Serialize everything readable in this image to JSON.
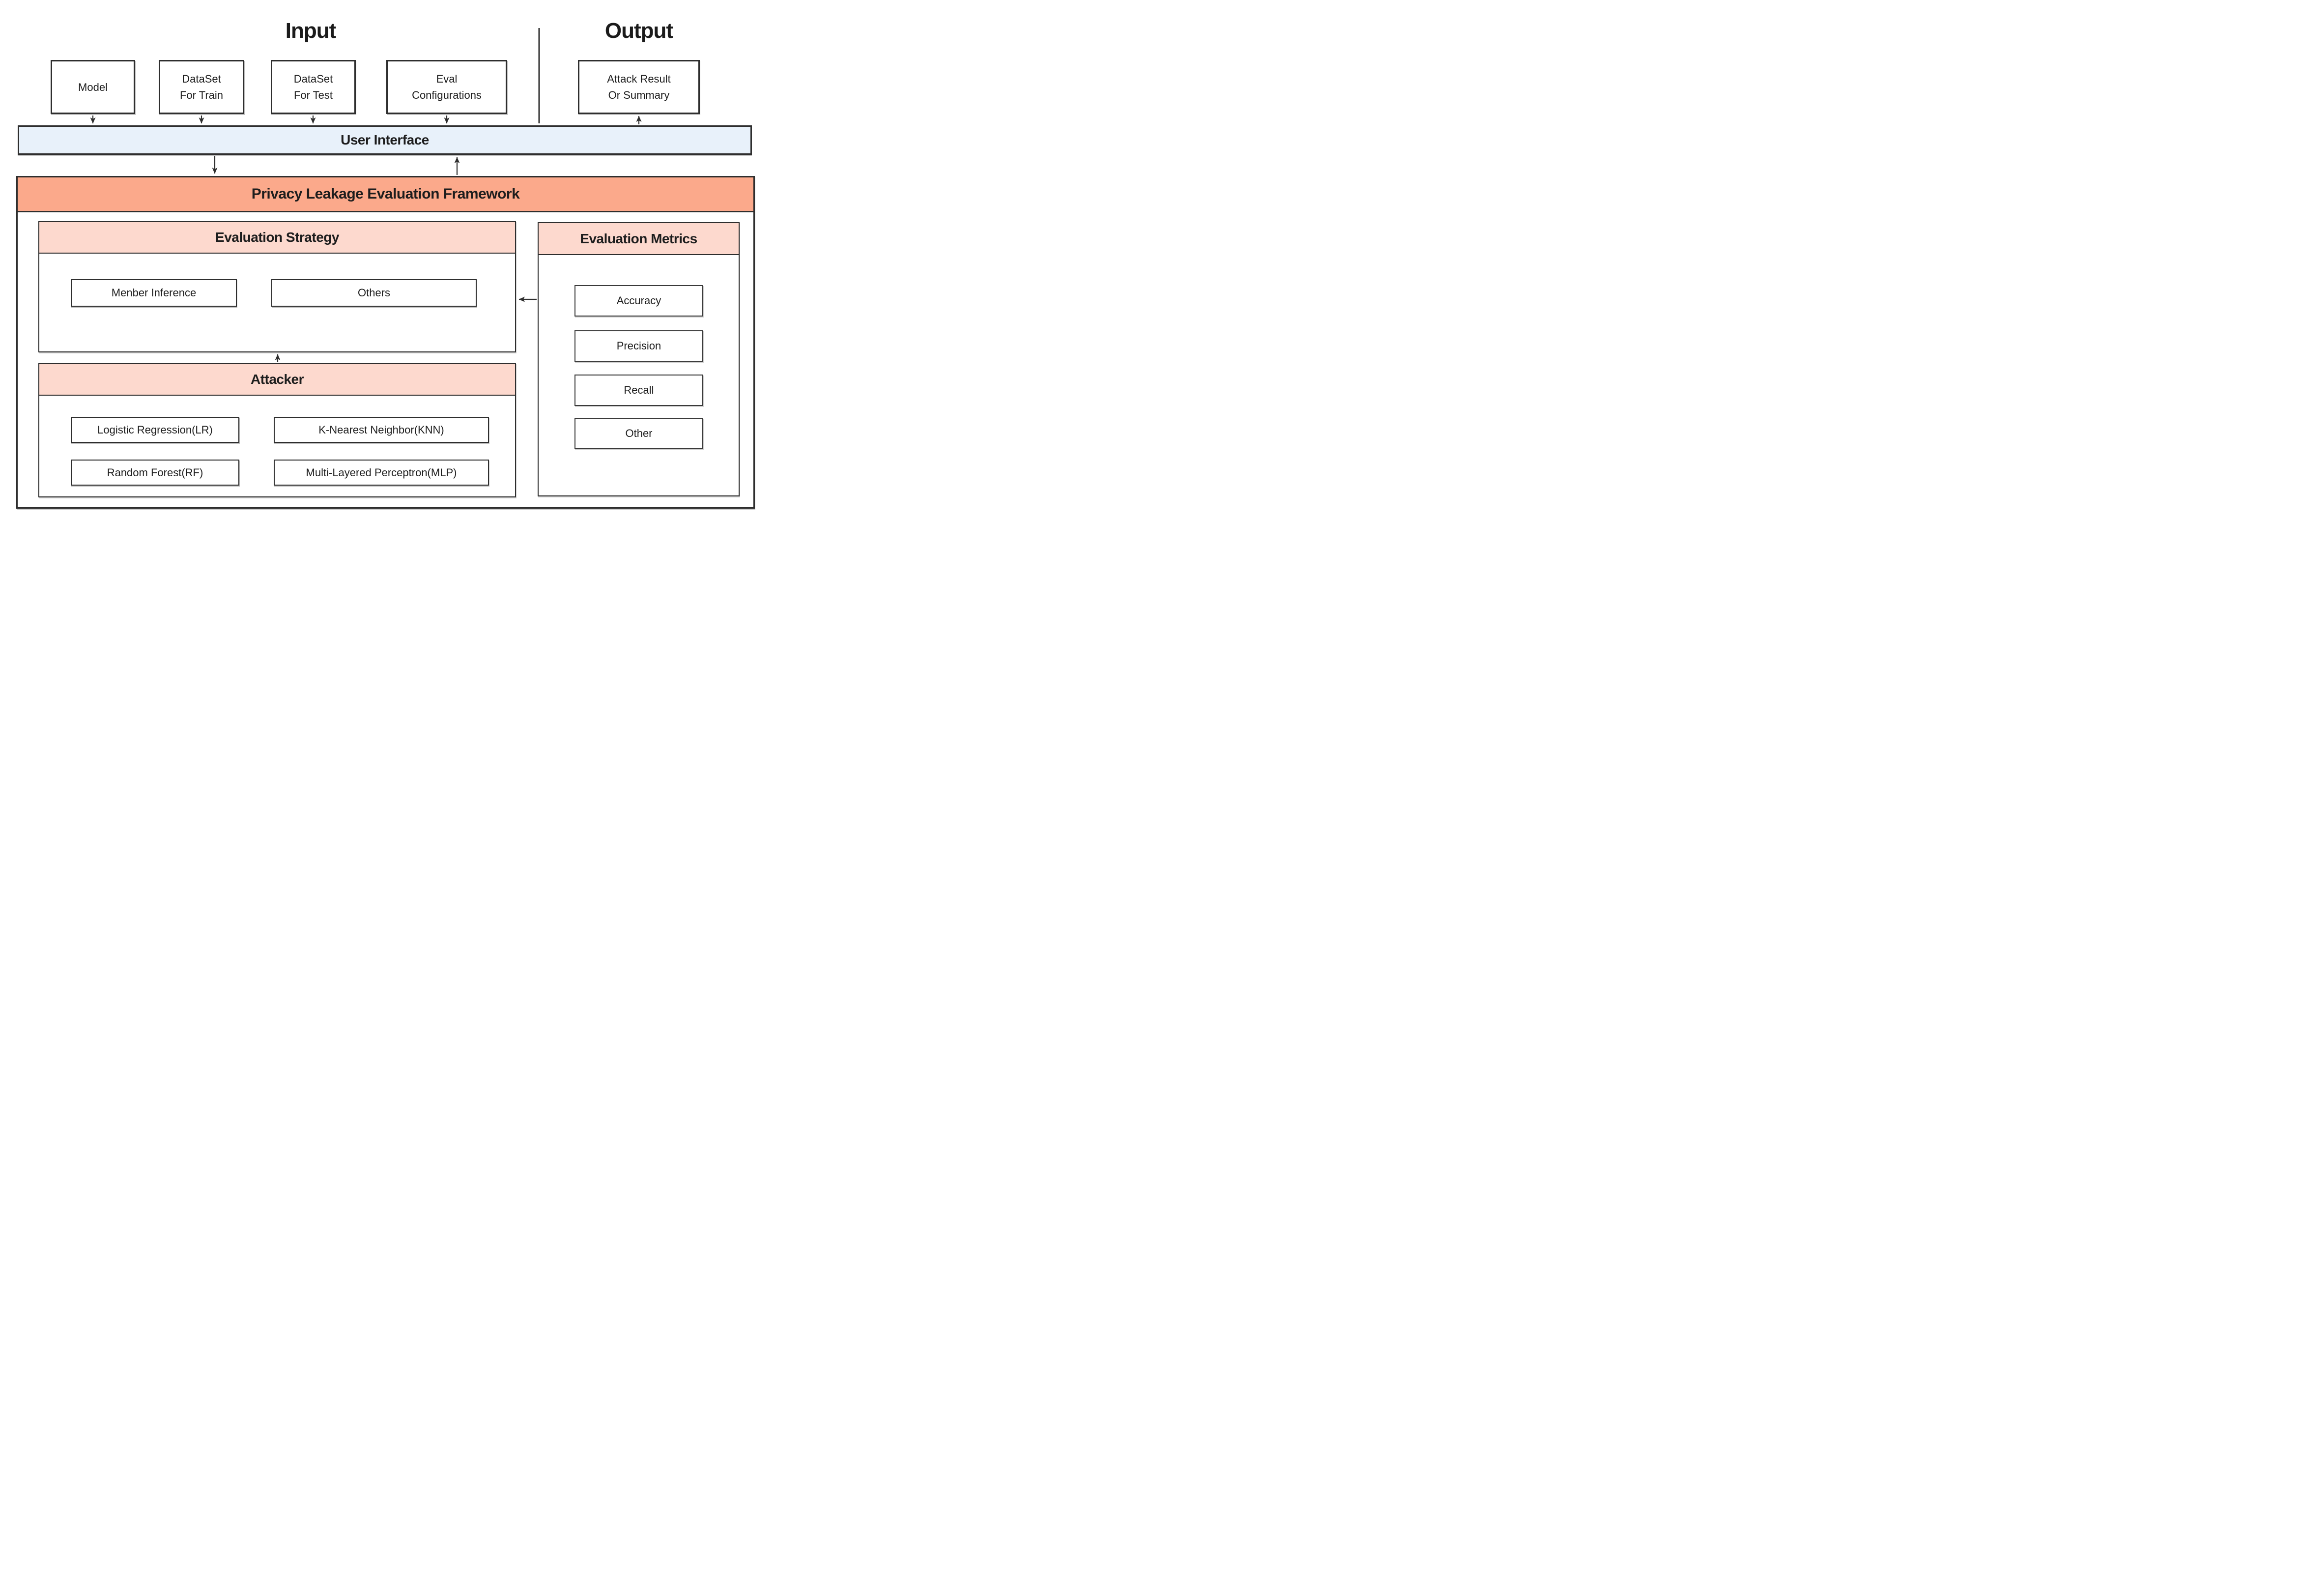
{
  "colors": {
    "accent_salmon": "#FBA98B",
    "accent_pink": "#FDD9CE",
    "accent_blue": "#E8F1FA",
    "line": "#2E2E2E"
  },
  "input_section": {
    "title": "Input",
    "boxes": [
      "Model",
      "DataSet\nFor Train",
      "DataSet\nFor Test",
      "Eval\nConfigurations"
    ]
  },
  "output_section": {
    "title": "Output",
    "box": "Attack Result\nOr Summary"
  },
  "ui_bar": {
    "label": "User Interface"
  },
  "framework": {
    "title": "Privacy Leakage Evaluation Framework",
    "strategy": {
      "title": "Evaluation Strategy",
      "items": [
        "Menber Inference",
        "Others"
      ]
    },
    "attacker": {
      "title": "Attacker",
      "items": [
        "Logistic Regression(LR)",
        "K-Nearest Neighbor(KNN)",
        "Random Forest(RF)",
        "Multi-Layered Perceptron(MLP)"
      ]
    },
    "metrics": {
      "title": "Evaluation Metrics",
      "items": [
        "Accuracy",
        "Precision",
        "Recall",
        "Other"
      ]
    }
  },
  "arrows": [
    {
      "from": "Model",
      "to": "User Interface"
    },
    {
      "from": "DataSet For Train",
      "to": "User Interface"
    },
    {
      "from": "DataSet For Test",
      "to": "User Interface"
    },
    {
      "from": "Eval Configurations",
      "to": "User Interface"
    },
    {
      "from": "User Interface",
      "to": "Attack Result Or Summary"
    },
    {
      "from": "User Interface",
      "to": "Privacy Leakage Evaluation Framework"
    },
    {
      "from": "Privacy Leakage Evaluation Framework",
      "to": "User Interface"
    },
    {
      "from": "Attacker",
      "to": "Evaluation Strategy"
    },
    {
      "from": "Evaluation Metrics",
      "to": "Evaluation Strategy"
    }
  ]
}
